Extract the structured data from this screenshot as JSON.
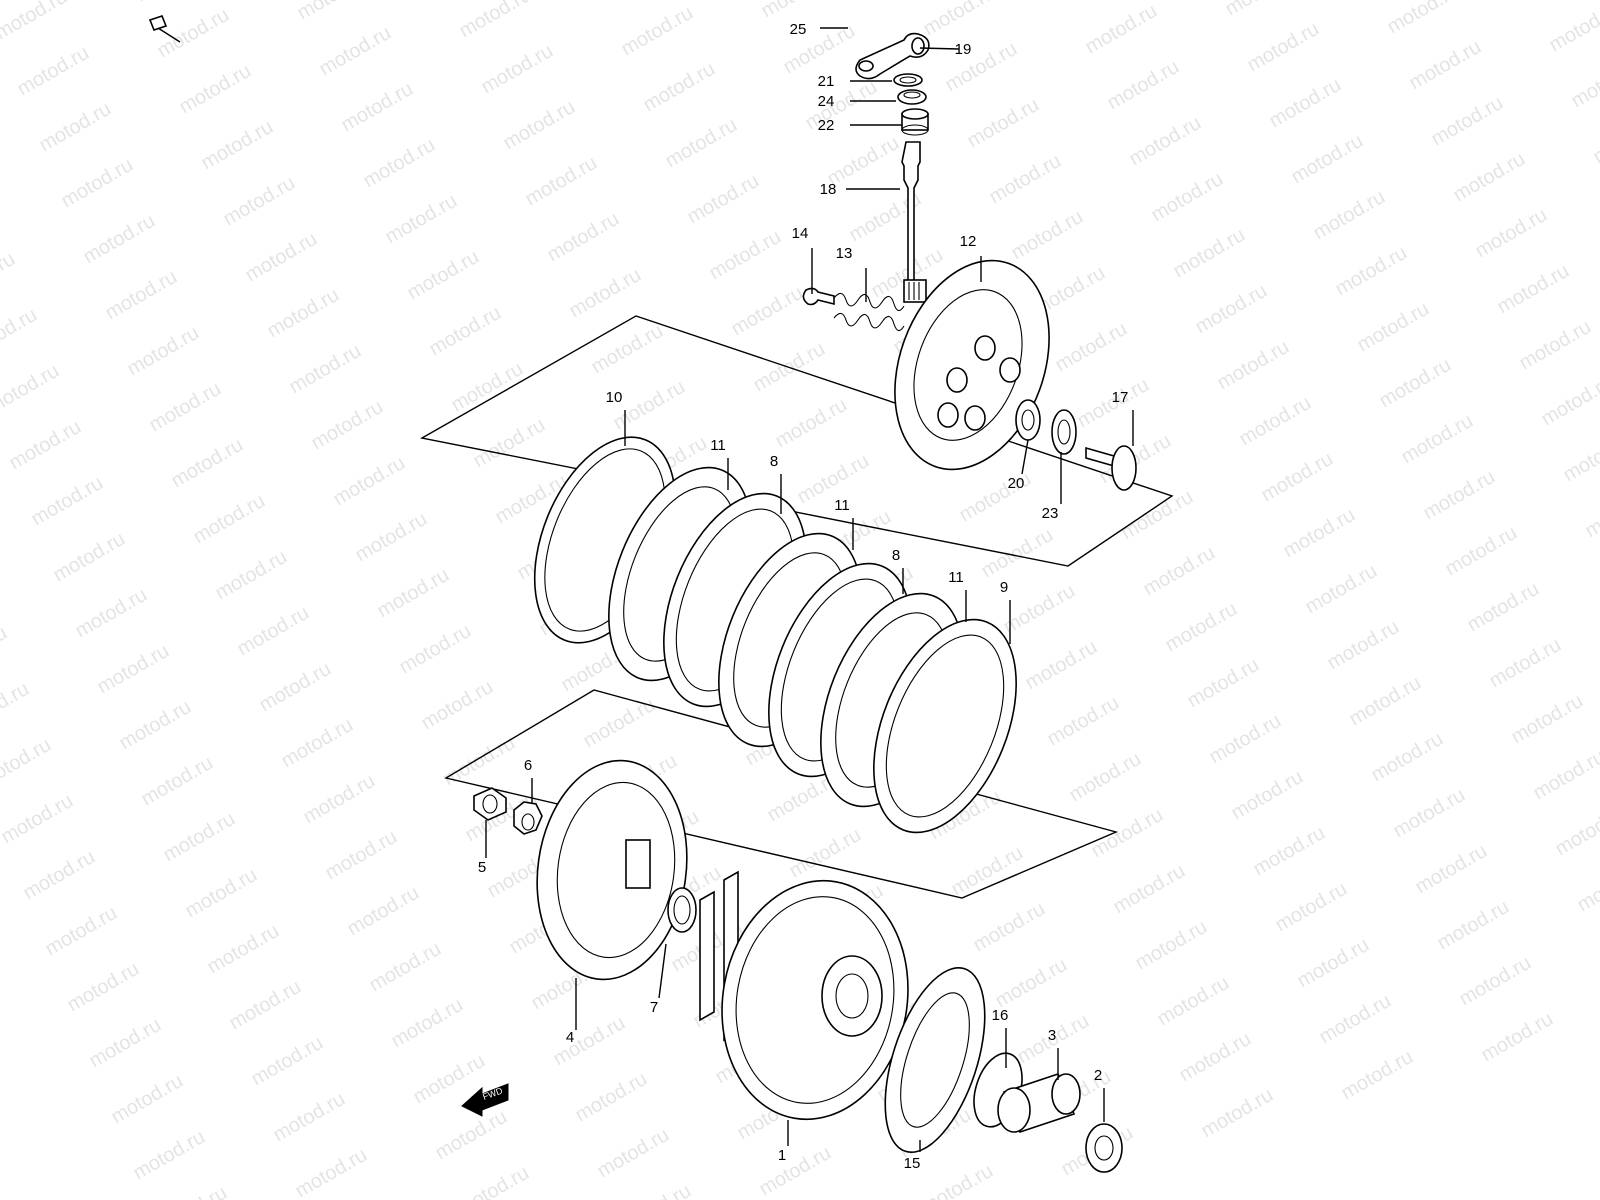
{
  "watermark": {
    "text": "motod.ru"
  },
  "direction_badge": {
    "text": "FWD"
  },
  "callouts": [
    {
      "id": "c25",
      "num": "25"
    },
    {
      "id": "c19",
      "num": "19"
    },
    {
      "id": "c21",
      "num": "21"
    },
    {
      "id": "c24",
      "num": "24"
    },
    {
      "id": "c22",
      "num": "22"
    },
    {
      "id": "c18",
      "num": "18"
    },
    {
      "id": "c14",
      "num": "14"
    },
    {
      "id": "c13",
      "num": "13"
    },
    {
      "id": "c12",
      "num": "12"
    },
    {
      "id": "c10",
      "num": "10"
    },
    {
      "id": "c11a",
      "num": "11"
    },
    {
      "id": "c8a",
      "num": "8"
    },
    {
      "id": "c11b",
      "num": "11"
    },
    {
      "id": "c8b",
      "num": "8"
    },
    {
      "id": "c11c",
      "num": "11"
    },
    {
      "id": "c9",
      "num": "9"
    },
    {
      "id": "c17",
      "num": "17"
    },
    {
      "id": "c20",
      "num": "20"
    },
    {
      "id": "c23",
      "num": "23"
    },
    {
      "id": "c6",
      "num": "6"
    },
    {
      "id": "c5",
      "num": "5"
    },
    {
      "id": "c4",
      "num": "4"
    },
    {
      "id": "c7",
      "num": "7"
    },
    {
      "id": "c1",
      "num": "1"
    },
    {
      "id": "c15",
      "num": "15"
    },
    {
      "id": "c16",
      "num": "16"
    },
    {
      "id": "c3",
      "num": "3"
    },
    {
      "id": "c2",
      "num": "2"
    }
  ]
}
